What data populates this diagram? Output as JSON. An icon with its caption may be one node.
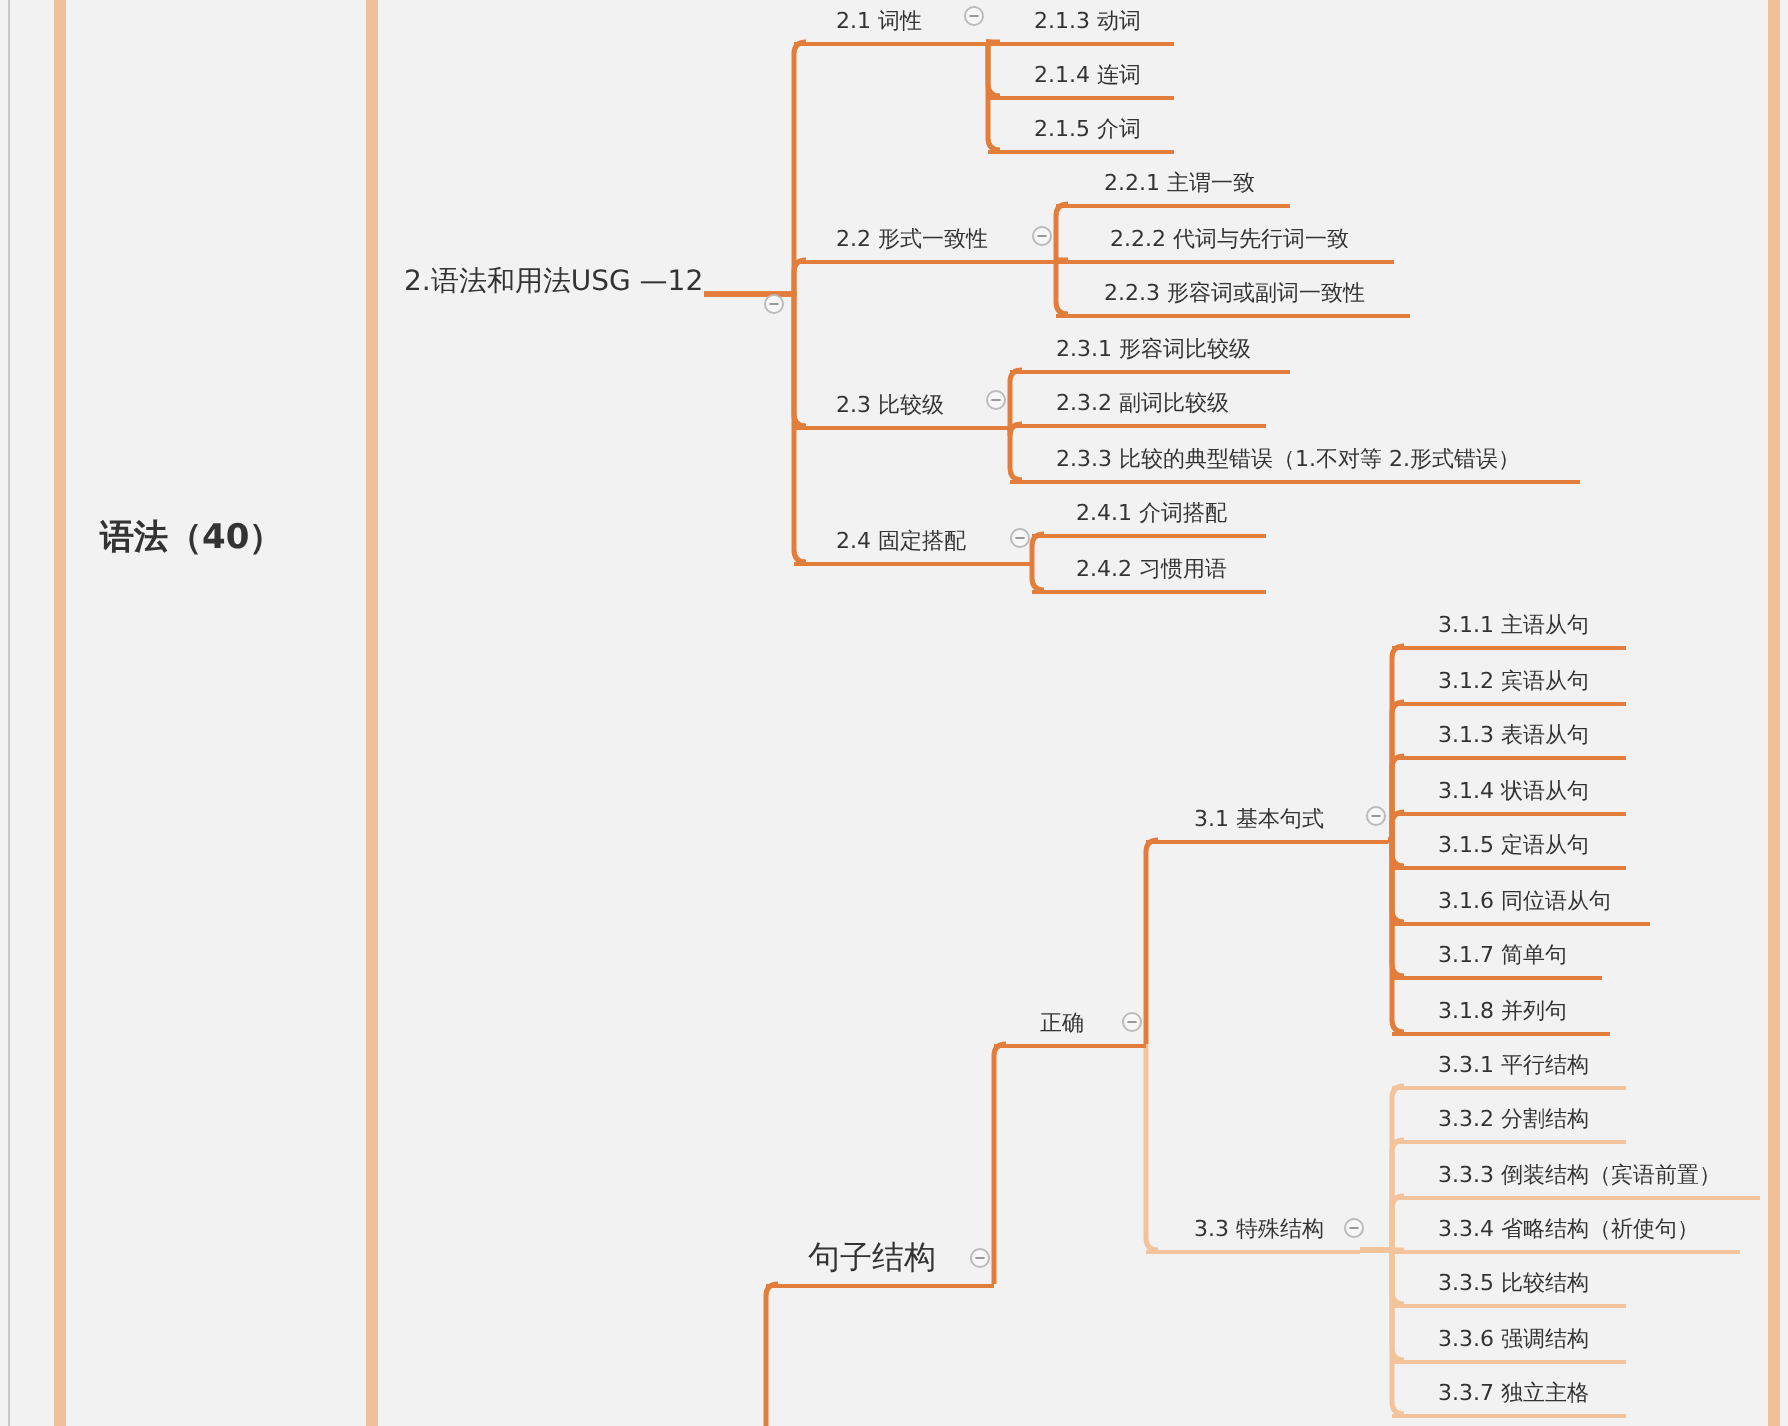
{
  "diagram": {
    "nodes": [
      {
        "text": [
          "语法（40）"
        ]
      },
      {
        "text": [
          "2.语法和用法USG —12"
        ]
      },
      {
        "text": [
          "2.1 词性"
        ]
      },
      {
        "text": [
          "2.1.3 动词"
        ]
      },
      {
        "text": [
          "2.1.4 连词"
        ]
      },
      {
        "text": [
          "2.1.5 介词"
        ]
      },
      {
        "text": [
          "2.2 形式一致性"
        ]
      },
      {
        "text": [
          "2.2.1 主谓一致"
        ]
      },
      {
        "text": [
          "2.2.2 代词与先行词一致"
        ]
      },
      {
        "text": [
          "2.2.3 形容词或副词一致性"
        ]
      },
      {
        "text": [
          "2.3 比较级"
        ]
      },
      {
        "text": [
          "2.3.1 形容词比较级"
        ]
      },
      {
        "text": [
          "2.3.2 副词比较级"
        ]
      },
      {
        "text": [
          "2.3.3 比较的典型错误（1.不对等 2.形式错误）"
        ]
      },
      {
        "text": [
          "2.4 固定搭配"
        ]
      },
      {
        "text": [
          "2.4.1 介词搭配"
        ]
      },
      {
        "text": [
          "2.4.2 习惯用语"
        ]
      },
      {
        "text": [
          "句子结构"
        ]
      },
      {
        "text": [
          "正确"
        ]
      },
      {
        "text": [
          "3.1 基本句式"
        ]
      },
      {
        "text": [
          "3.1.1 主语从句"
        ]
      },
      {
        "text": [
          "3.1.2 宾语从句"
        ]
      },
      {
        "text": [
          "3.1.3 表语从句"
        ]
      },
      {
        "text": [
          "3.1.4 状语从句"
        ]
      },
      {
        "text": [
          "3.1.5 定语从句"
        ]
      },
      {
        "text": [
          "3.1.6 同位语从句"
        ]
      },
      {
        "text": [
          "3.1.7 简单句"
        ]
      },
      {
        "text": [
          "3.1.8  并列句"
        ]
      },
      {
        "text": [
          "3.3 特殊结构"
        ]
      },
      {
        "text": [
          "3.3.1 平行结构"
        ]
      },
      {
        "text": [
          "3.3.2 分割结构"
        ]
      },
      {
        "text": [
          "3.3.3 倒装结构（宾语前置）"
        ]
      },
      {
        "text": [
          "3.3.4 省略结构（祈使句）"
        ]
      },
      {
        "text": [
          "3.3.5 比较结构"
        ]
      },
      {
        "text": [
          "3.3.6 强调结构"
        ]
      },
      {
        "text": [
          "3.3.7 独立主格"
        ]
      }
    ],
    "edges": [
      {
        "from": 1,
        "to": 2,
        "arrow": "none"
      },
      {
        "from": 1,
        "to": 6,
        "arrow": "none"
      },
      {
        "from": 1,
        "to": 10,
        "arrow": "none"
      },
      {
        "from": 1,
        "to": 14,
        "arrow": "none"
      },
      {
        "from": 2,
        "to": 3,
        "arrow": "none"
      },
      {
        "from": 2,
        "to": 4,
        "arrow": "none"
      },
      {
        "from": 2,
        "to": 5,
        "arrow": "none"
      },
      {
        "from": 6,
        "to": 7,
        "arrow": "none"
      },
      {
        "from": 6,
        "to": 8,
        "arrow": "none"
      },
      {
        "from": 6,
        "to": 9,
        "arrow": "none"
      },
      {
        "from": 10,
        "to": 11,
        "arrow": "none"
      },
      {
        "from": 10,
        "to": 12,
        "arrow": "none"
      },
      {
        "from": 10,
        "to": 13,
        "arrow": "none"
      },
      {
        "from": 14,
        "to": 15,
        "arrow": "none"
      },
      {
        "from": 14,
        "to": 16,
        "arrow": "none"
      },
      {
        "from": null,
        "to": 17,
        "arrow": "none"
      },
      {
        "from": 17,
        "to": 18,
        "arrow": "none"
      },
      {
        "from": 18,
        "to": 19,
        "arrow": "none"
      },
      {
        "from": 18,
        "to": 28,
        "arrow": "none",
        "color": "#f3c49c"
      },
      {
        "from": 19,
        "to": 20,
        "arrow": "none"
      },
      {
        "from": 19,
        "to": 21,
        "arrow": "none"
      },
      {
        "from": 19,
        "to": 22,
        "arrow": "none"
      },
      {
        "from": 19,
        "to": 23,
        "arrow": "none"
      },
      {
        "from": 19,
        "to": 24,
        "arrow": "none"
      },
      {
        "from": 19,
        "to": 25,
        "arrow": "none"
      },
      {
        "from": 19,
        "to": 26,
        "arrow": "none"
      },
      {
        "from": 19,
        "to": 27,
        "arrow": "none"
      },
      {
        "from": 28,
        "to": 29,
        "arrow": "none",
        "color": "#f3c49c"
      },
      {
        "from": 28,
        "to": 30,
        "arrow": "none",
        "color": "#f3c49c"
      },
      {
        "from": 28,
        "to": 31,
        "arrow": "none",
        "color": "#f3c49c"
      },
      {
        "from": 28,
        "to": 32,
        "arrow": "none",
        "color": "#f3c49c"
      },
      {
        "from": 28,
        "to": 33,
        "arrow": "none",
        "color": "#f3c49c"
      },
      {
        "from": 28,
        "to": 34,
        "arrow": "none",
        "color": "#f3c49c"
      },
      {
        "from": 28,
        "to": 35,
        "arrow": "none",
        "color": "#f3c49c"
      }
    ]
  }
}
